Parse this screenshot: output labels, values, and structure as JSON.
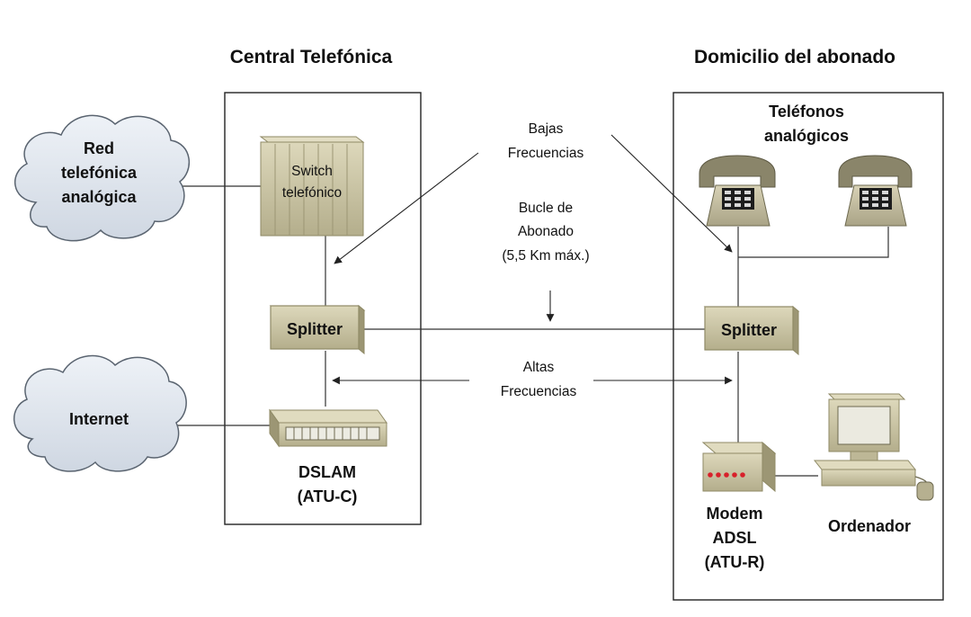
{
  "titles": {
    "central": "Central Telefónica",
    "domicilio": "Domicilio del abonado"
  },
  "clouds": {
    "red": [
      "Red",
      "telefónica",
      "analógica"
    ],
    "internet": "Internet"
  },
  "central": {
    "switch": [
      "Switch",
      "telefónico"
    ],
    "splitter": "Splitter",
    "dslam": [
      "DSLAM",
      "(ATU-C)"
    ]
  },
  "middle": {
    "bajas": [
      "Bajas",
      "Frecuencias"
    ],
    "bucle": [
      "Bucle de",
      "Abonado",
      "(5,5 Km máx.)"
    ],
    "altas": [
      "Altas",
      "Frecuencias"
    ]
  },
  "domicilio": {
    "telefonos": [
      "Teléfonos",
      "analógicos"
    ],
    "splitter": "Splitter",
    "modem": [
      "Modem",
      "ADSL",
      "(ATU-R)"
    ],
    "ordenador": "Ordenador"
  },
  "colors": {
    "cloud_fill": "#dde4ee",
    "cloud_stroke": "#5a6470",
    "device_fill": "#cfc9a6",
    "device_dark": "#8f8a66",
    "phone_fill": "#c7c1a3",
    "modem_lights": "#d8202a"
  }
}
